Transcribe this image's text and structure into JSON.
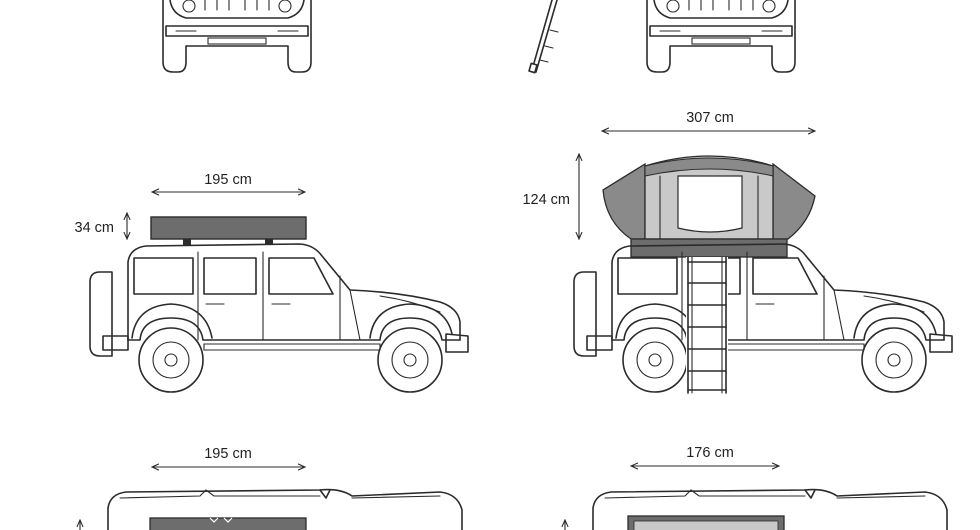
{
  "dimensions": {
    "closed_length": "195 cm",
    "closed_height": "34 cm",
    "open_length": "307 cm",
    "open_height": "124 cm",
    "top_view_closed_length": "195 cm",
    "top_view_open_width": "176 cm"
  },
  "colors": {
    "line": "#2b2b2b",
    "tent_body": "#6d6d6d",
    "tent_fly": "#8a8a8a",
    "tent_light": "#c9c9c9",
    "background": "#ffffff"
  }
}
